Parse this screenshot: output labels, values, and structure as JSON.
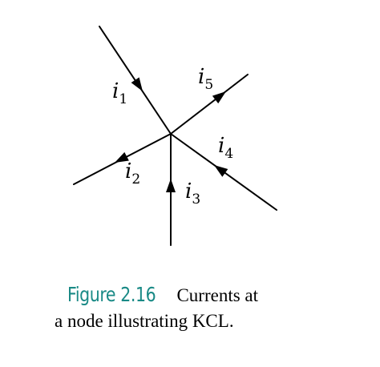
{
  "figure": {
    "number": "Figure 2.16",
    "caption_line1": "Currents at",
    "caption_line2": "a node illustrating KCL.",
    "number_color": "#1a8a86"
  },
  "branches": [
    {
      "id": "i1",
      "symbol": "i",
      "subscript": "1",
      "direction": "into-node"
    },
    {
      "id": "i2",
      "symbol": "i",
      "subscript": "2",
      "direction": "out-of-node"
    },
    {
      "id": "i3",
      "symbol": "i",
      "subscript": "3",
      "direction": "into-node"
    },
    {
      "id": "i4",
      "symbol": "i",
      "subscript": "4",
      "direction": "into-node"
    },
    {
      "id": "i5",
      "symbol": "i",
      "subscript": "5",
      "direction": "out-of-node"
    }
  ]
}
